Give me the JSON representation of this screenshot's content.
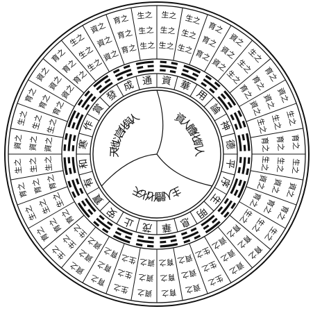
{
  "center": {
    "sectors": [
      {
        "label": "資人體化凱人"
      },
      {
        "label": "主人體化化天"
      },
      {
        "label": "天地以言化與人"
      }
    ]
  },
  "middle_ring": {
    "labels": [
      "資",
      "華",
      "用",
      "論",
      "神",
      "德",
      "平",
      "序",
      "生",
      "明",
      "息",
      "華",
      "茂",
      "止",
      "安",
      "寶",
      "有",
      "和",
      "寒",
      "作",
      "賞",
      "發",
      "成",
      "通"
    ]
  },
  "outer_ring": {
    "cells": [
      "生之",
      "生之",
      "育之",
      "資之",
      "生之",
      "育之",
      "資之",
      "生之",
      "育之",
      "生之",
      "資之",
      "育之",
      "生之",
      "育之",
      "資之",
      "生之",
      "資之",
      "育之",
      "資之",
      "生之",
      "育之",
      "資之",
      "生之",
      "育之",
      "生之",
      "育之",
      "生之",
      "資之",
      "生之",
      "育之",
      "資之",
      "育之",
      "生之",
      "資之",
      "育之",
      "生之"
    ]
  },
  "colors": {
    "ink": "#111111",
    "paper": "#ffffff"
  }
}
